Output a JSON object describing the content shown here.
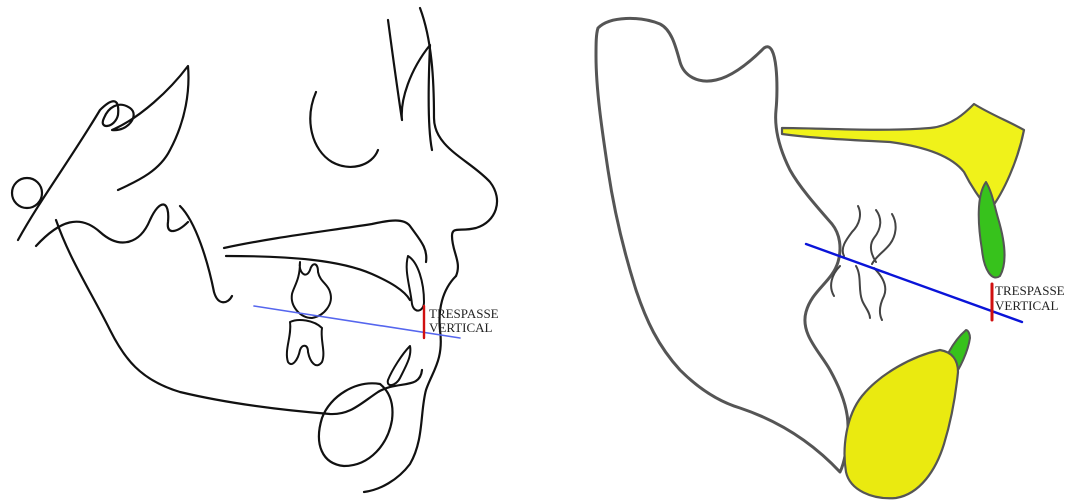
{
  "figure": {
    "left_panel": {
      "label_line1": "TRESPASSE",
      "label_line2": "VERTICAL"
    },
    "right_panel": {
      "label_line1": "TRESPASSE",
      "label_line2": "VERTICAL"
    }
  },
  "colors": {
    "background": "#ffffff",
    "outline": "#111111",
    "soft_tissue_fill": "#ffffff",
    "maxilla_fill": "#f0f21a",
    "mandible_fill": "#eaea10",
    "incisor_fill": "#37c21c",
    "occlusal_plane_left": "#5566ee",
    "occlusal_plane_right": "#0a14d8",
    "overbite_marker": "#d01010"
  }
}
